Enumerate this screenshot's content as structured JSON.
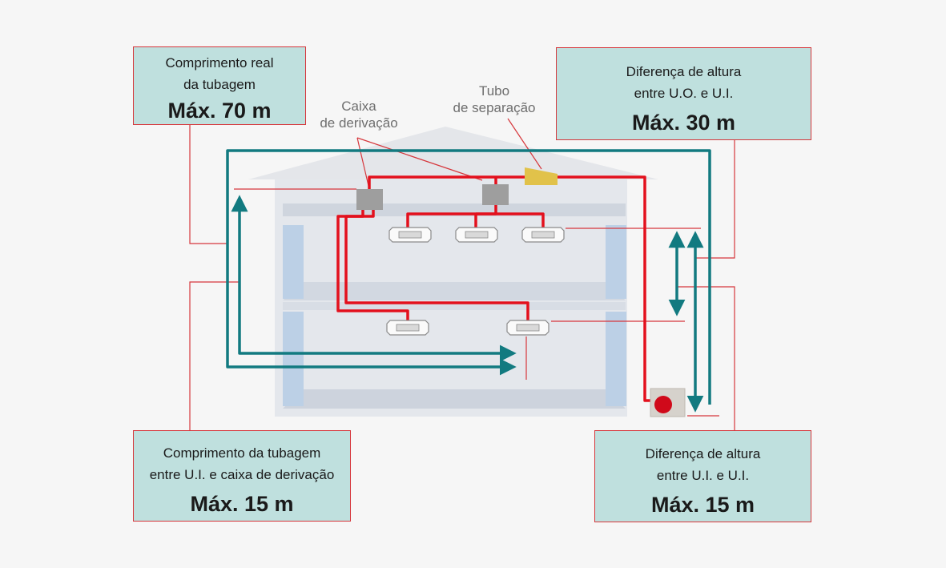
{
  "boxes": {
    "total_length": {
      "line1": "Comprimento real",
      "line2": "da tubagem",
      "max": "Máx. 70 m"
    },
    "height_ou_iu": {
      "line1": "Diferença de altura",
      "line2": "entre U.O. e U.I.",
      "max": "Máx. 30 m"
    },
    "length_iu_branch": {
      "line1": "Comprimento da tubagem",
      "line2": "entre U.I. e caixa de derivação",
      "max": "Máx. 15 m"
    },
    "height_iu_iu": {
      "line1": "Diferença de altura",
      "line2": "entre U.I. e U.I.",
      "max": "Máx. 15 m"
    }
  },
  "labels": {
    "branch_box": {
      "line1": "Caixa",
      "line2": "de derivação"
    },
    "separation_tube": {
      "line1": "Tubo",
      "line2": "de separação"
    }
  },
  "colors": {
    "pipe": "#e3101d",
    "measure": "#127a80",
    "leader": "#d6373c",
    "box_fill": "#bfe0de",
    "separator": "#e1c24a",
    "branch_unit": "#9e9e9e"
  }
}
